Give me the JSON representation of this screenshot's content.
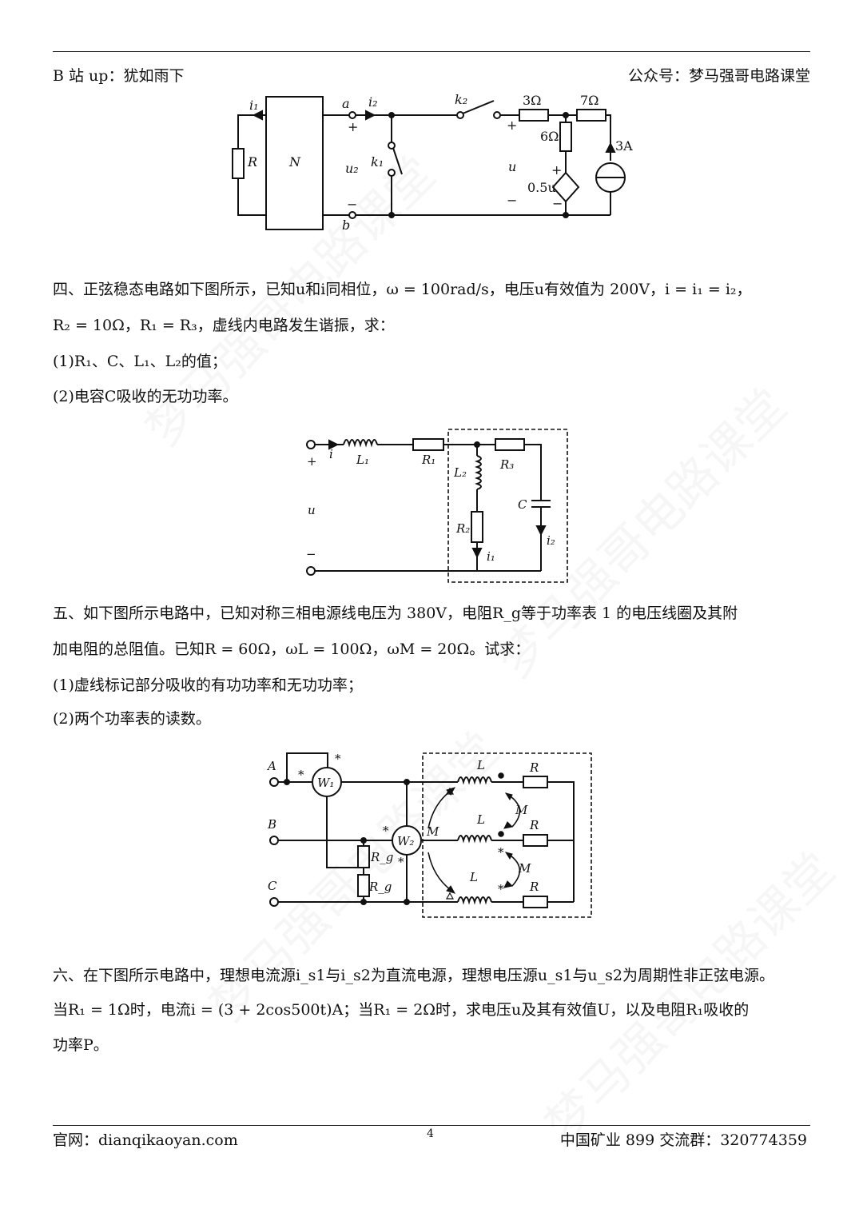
{
  "header": {
    "left": "B 站 up：犹如雨下",
    "right": "公众号：梦马强哥电路课堂"
  },
  "fig1": {
    "labels": {
      "i1": "i₁",
      "a": "a",
      "i2": "i₂",
      "k2": "k₂",
      "r3": "3Ω",
      "r7": "7Ω",
      "R": "R",
      "N": "N",
      "plus_a": "+",
      "u2": "u₂",
      "k1": "k₁",
      "plus_u": "+",
      "r6": "6Ω",
      "u": "u",
      "plus_src": "+",
      "dep": "0.5u",
      "cur3": "3A",
      "minus_b": "−",
      "minus_u": "−",
      "minus_src": "−",
      "b": "b"
    }
  },
  "problem4": {
    "line1": "四、正弦稳态电路如下图所示，已知u和i同相位，ω = 100rad/s，电压u有效值为 200V，i = i₁ = i₂，",
    "line2": "R₂ = 10Ω，R₁ = R₃，虚线内电路发生谐振，求：",
    "q1": "(1)R₁、C、L₁、L₂的值；",
    "q2": "(2)电容C吸收的无功功率。",
    "labels": {
      "plus": "+",
      "i": "i",
      "L1": "L₁",
      "R1": "R₁",
      "L2": "L₂",
      "R3": "R₃",
      "u": "u",
      "C": "C",
      "R2": "R₂",
      "i2": "i₂",
      "minus": "−",
      "i1": "i₁"
    }
  },
  "problem5": {
    "line1": "五、如下图所示电路中，已知对称三相电源线电压为 380V，电阻R_g等于功率表 1 的电压线圈及其附",
    "line2": "加电阻的总阻值。已知R = 60Ω，ωL = 100Ω，ωM = 20Ω。试求：",
    "q1": "(1)虚线标记部分吸收的有功功率和无功功率；",
    "q2": "(2)两个功率表的读数。",
    "labels": {
      "A": "A",
      "B": "B",
      "C": "C",
      "W1": "W₁",
      "W2": "W₂",
      "star": "*",
      "L": "L",
      "R": "R",
      "M": "M",
      "Rg": "R_g"
    }
  },
  "problem6": {
    "line1": "六、在下图所示电路中，理想电流源i_s1与i_s2为直流电源，理想电压源u_s1与u_s2为周期性非正弦电源。",
    "line2": "当R₁ = 1Ω时，电流i = (3 + 2cos500t)A；当R₁ = 2Ω时，求电压u及其有效值U，以及电阻R₁吸收的",
    "line3": "功率P。"
  },
  "footer": {
    "left": "官网：dianqikaoyan.com",
    "page": "4",
    "right": "中国矿业 899 交流群：320774359"
  },
  "watermark": "梦马强哥电路课堂"
}
